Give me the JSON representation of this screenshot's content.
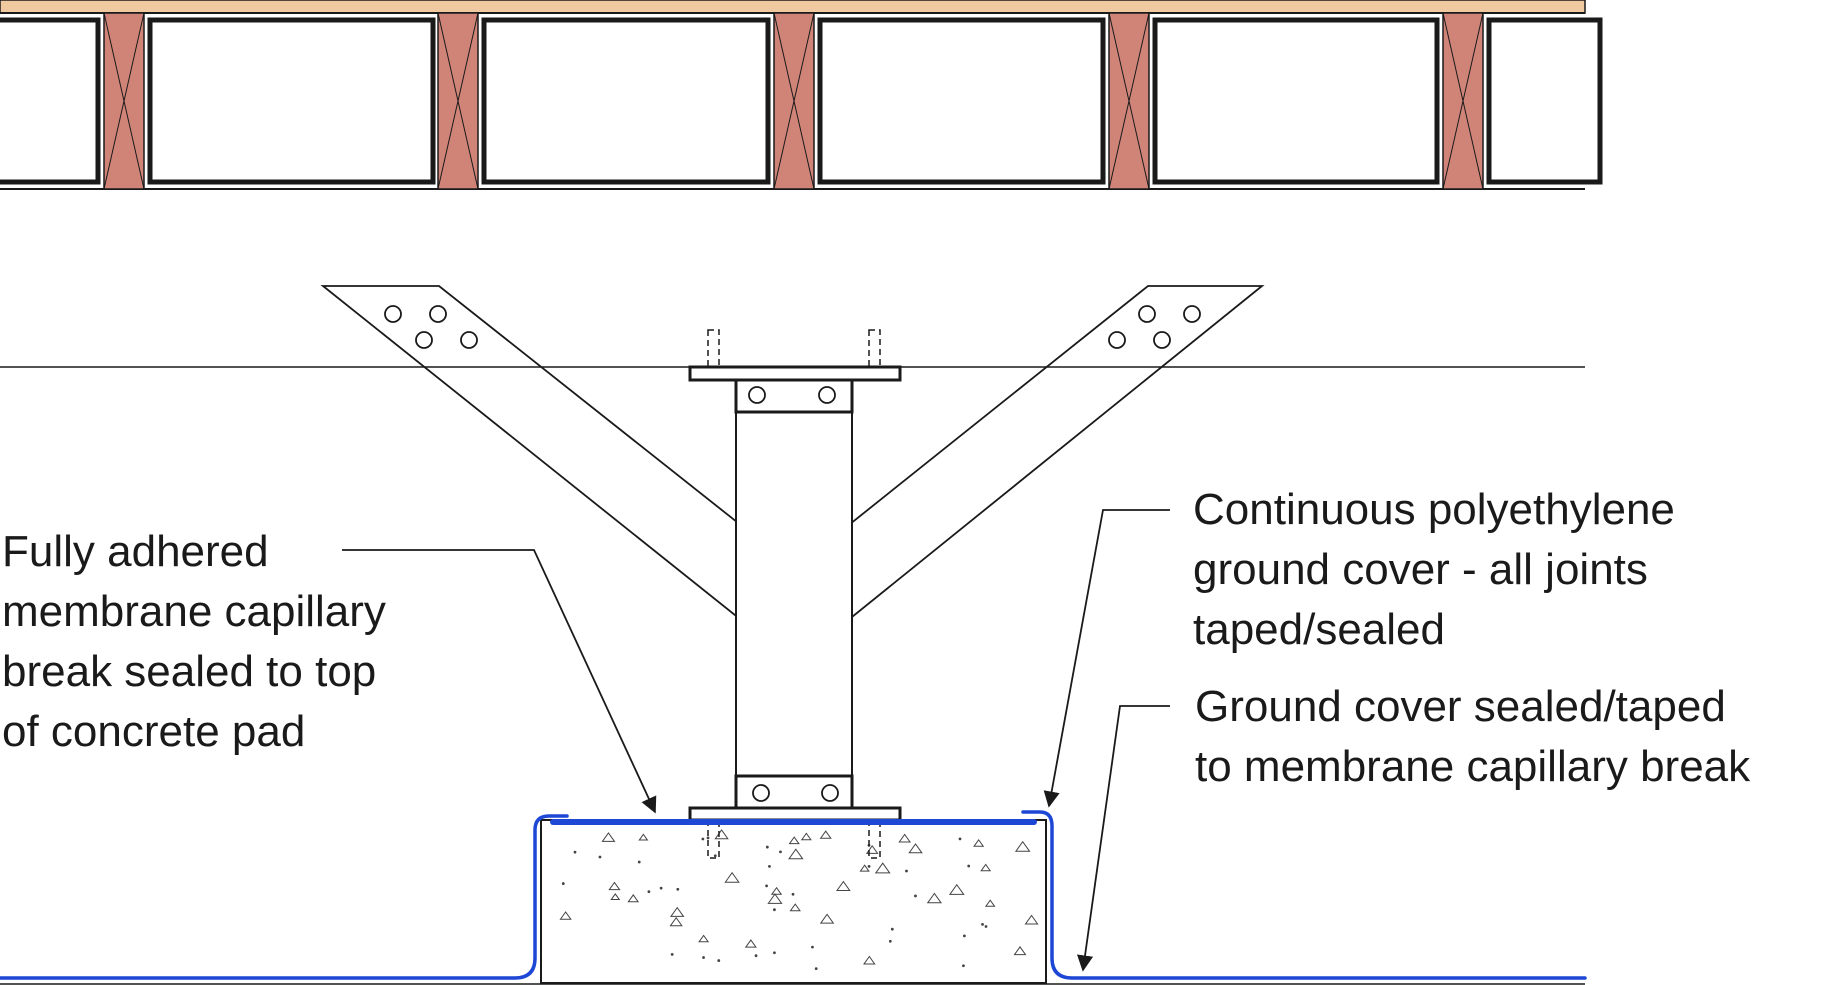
{
  "diagram": {
    "labels": {
      "membrane": {
        "lines": [
          "Fully adhered",
          "membrane capillary",
          "break sealed to top",
          "of concrete pad"
        ]
      },
      "polyethylene": {
        "lines": [
          "Continuous polyethylene",
          "ground cover - all joints",
          "taped/sealed"
        ]
      },
      "sealed": {
        "lines": [
          "Ground cover sealed/taped",
          "to membrane capillary break"
        ]
      }
    },
    "colors": {
      "membrane": "#1f47d6",
      "joist_end": "#d08478",
      "subfloor": "#f0c9a0",
      "line": "#1a1a1a"
    }
  }
}
